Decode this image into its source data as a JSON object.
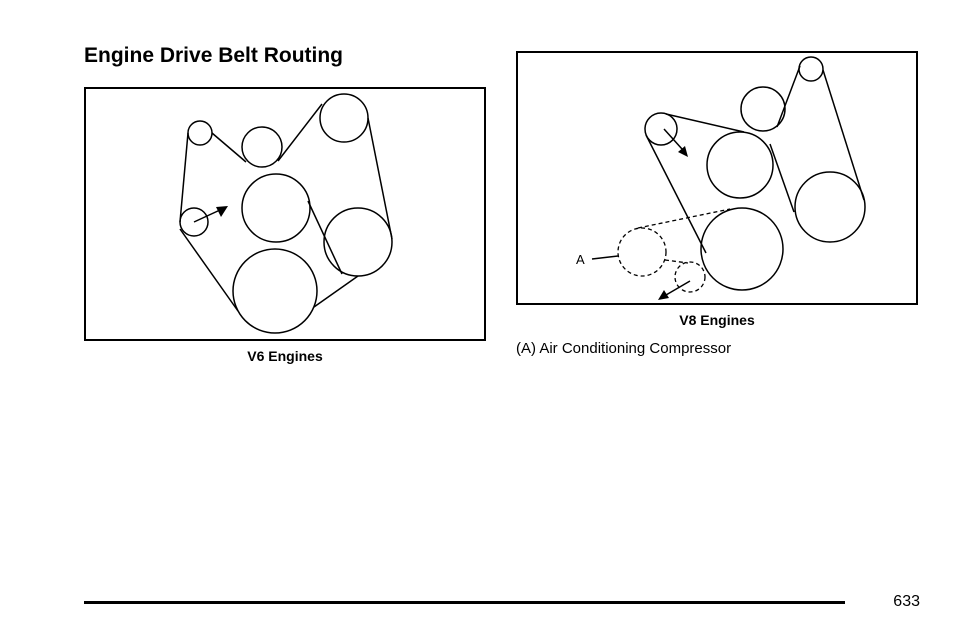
{
  "page": {
    "title": "Engine Drive Belt Routing",
    "page_number": "633"
  },
  "figures": {
    "v6": {
      "caption": "V6 Engines"
    },
    "v8": {
      "caption": "V8 Engines",
      "callout_letter": "A"
    }
  },
  "legend": {
    "text": "(A) Air Conditioning Compressor"
  }
}
